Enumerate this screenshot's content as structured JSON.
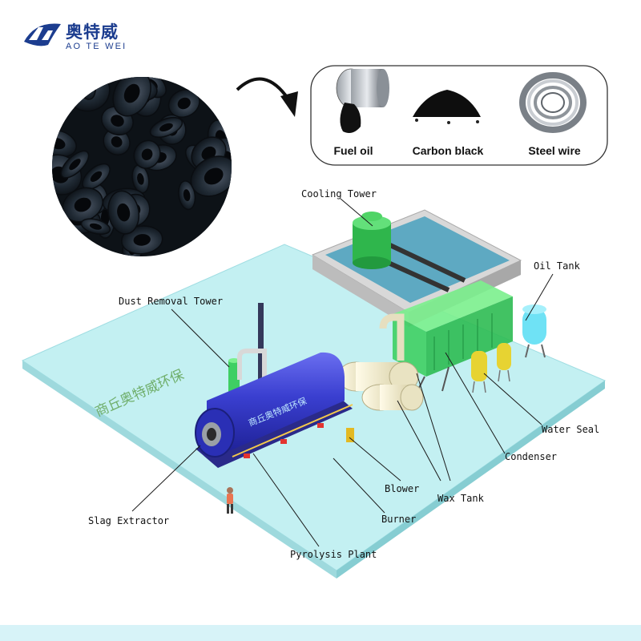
{
  "brand": {
    "chinese": "奥特威",
    "english": "AO TE WEI",
    "logo_mark": "ATW"
  },
  "products": [
    {
      "label": "Fuel oil",
      "icon": "fuel-oil-drum-icon"
    },
    {
      "label": "Carbon black",
      "icon": "carbon-black-pile-icon"
    },
    {
      "label": "Steel wire",
      "icon": "steel-wire-coil-icon"
    }
  ],
  "labels": {
    "cooling_tower": "Cooling Tower",
    "oil_tank": "Oil Tank",
    "dust_removal_tower": "Dust Removal Tower",
    "water_seal": "Water Seal",
    "condenser": "Condenser",
    "blower": "Blower",
    "wax_tank": "Wax Tank",
    "slag_extractor": "Slag Extractor",
    "burner": "Burner",
    "pyrolysis_plant": "Pyrolysis Plant"
  },
  "ground_text": "商丘奥特威环保",
  "reactor_text": "商丘奥特威环保",
  "colors": {
    "brand_blue": "#1c3d8f",
    "platform": "#bfeff0",
    "reactor_blue": "#3a3fd0",
    "condenser_green": "#3fcf63",
    "bottom_band": "#d7f3f8"
  }
}
